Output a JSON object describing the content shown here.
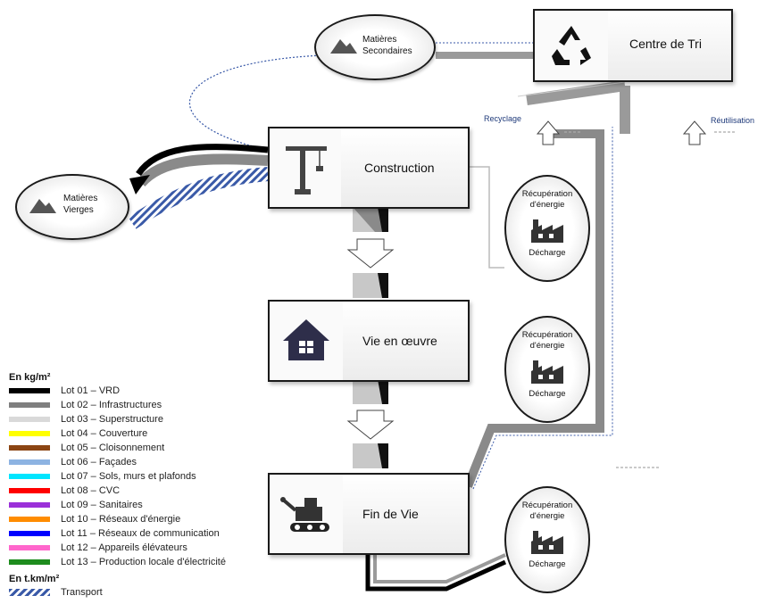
{
  "nodes": {
    "centre_tri": "Centre de Tri",
    "construction": "Construction",
    "vie": "Vie en œuvre",
    "fin": "Fin de Vie",
    "mat_sec": [
      "Matières",
      "Secondaires"
    ],
    "mat_vierges": [
      "Matières",
      "Vierges"
    ]
  },
  "recup": {
    "title": [
      "Récupération",
      "d'énergie"
    ],
    "decharge": "Décharge"
  },
  "labels": {
    "recyclage": "Recyclage",
    "reutilisation": "Réutilisation"
  },
  "legend": {
    "unit_mass": "En kg/m²",
    "unit_transport": "En t.km/m²",
    "items": [
      {
        "label": "Lot 01 – VRD",
        "color": "#000000"
      },
      {
        "label": "Lot 02 – Infrastructures",
        "color": "#7f7f7f"
      },
      {
        "label": "Lot 03 – Superstructure",
        "color": "#d9d9d9"
      },
      {
        "label": "Lot 04 – Couverture",
        "color": "#ffff00"
      },
      {
        "label": "Lot 05 – Cloisonnement",
        "color": "#8b4513"
      },
      {
        "label": "Lot 06 – Façades",
        "color": "#8db3e2"
      },
      {
        "label": "Lot 07 – Sols, murs et plafonds",
        "color": "#00e5ff"
      },
      {
        "label": "Lot 08 – CVC",
        "color": "#ff0000"
      },
      {
        "label": "Lot 09 – Sanitaires",
        "color": "#9b30d9"
      },
      {
        "label": "Lot 10 – Réseaux d'énergie",
        "color": "#ff8c00"
      },
      {
        "label": "Lot 11 – Réseaux de communication",
        "color": "#0000ff"
      },
      {
        "label": "Lot 12 – Appareils élévateurs",
        "color": "#ff66cc"
      },
      {
        "label": "Lot 13 – Production locale d'électricité",
        "color": "#1e8c1e"
      }
    ],
    "transport": {
      "label": "Transport",
      "color": "#3a5aa8"
    }
  }
}
